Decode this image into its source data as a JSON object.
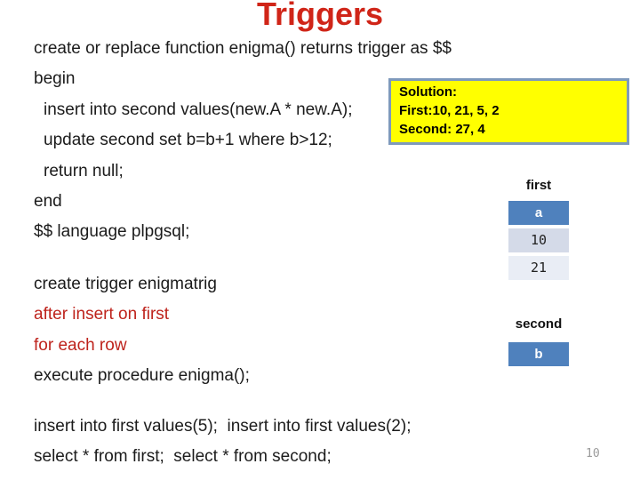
{
  "title": "Triggers",
  "page_number": "10",
  "code_block_1": [
    {
      "text": "create or replace function enigma() returns trigger as $$"
    },
    {
      "text": "begin"
    },
    {
      "text": "insert into second values(new.A * new.A);",
      "indent": true
    },
    {
      "text": "update second set b=b+1 where b>12;",
      "indent": true
    },
    {
      "text": "return null;",
      "indent": true
    },
    {
      "text": "end"
    },
    {
      "text": "$$ language plpgsql;"
    }
  ],
  "code_block_2": [
    {
      "text": "create trigger enigmatrig"
    },
    {
      "text": "after insert on first",
      "color": "red"
    },
    {
      "text": "for each row",
      "color": "red"
    },
    {
      "text": "execute procedure enigma();"
    }
  ],
  "code_block_3": [
    {
      "text": "insert into first values(5);  insert into first values(2);"
    },
    {
      "text": "select * from first;  select * from second;"
    }
  ],
  "solution_box": {
    "lines": [
      "Solution:",
      "First:10, 21, 5, 2",
      "Second: 27, 4"
    ]
  },
  "tables": {
    "first": {
      "label": "first",
      "header": "a",
      "rows": [
        "10",
        "21"
      ]
    },
    "second": {
      "label": "second",
      "header": "b",
      "rows": []
    }
  },
  "colors": {
    "title_red": "#d02518",
    "code_red": "#be231c",
    "text_black": "#1b1b1b",
    "table_header_bg": "#4f81bd",
    "table_row_odd_bg": "#d4dae8",
    "table_row_even_bg": "#e9edf5",
    "solution_bg": "#ffff00",
    "solution_border": "#7e99bc",
    "page_number_gray": "#9a9a9a"
  }
}
